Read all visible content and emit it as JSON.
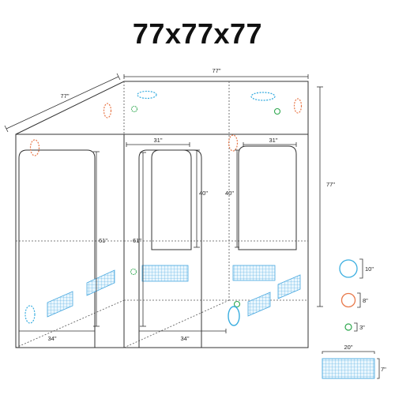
{
  "title": "77x77x77",
  "dims": {
    "depth": "77\"",
    "width": "77\"",
    "height": "77\"",
    "front_window": "31\"",
    "side_window": "31\"",
    "front_window_h": "40\"",
    "side_window_h": "40\"",
    "left_door_h": "61\"",
    "front_door_h": "61\"",
    "left_door_w": "34\"",
    "front_door_w": "34\""
  },
  "legend": {
    "port_large": "10\"",
    "port_medium": "8\"",
    "port_small": "3\"",
    "vent_width": "20\"",
    "vent_height": "7\""
  },
  "colors": {
    "outline": "#333333",
    "blue_port": "#3aaee0",
    "orange_port": "#e8794a",
    "green_port": "#2fa84f",
    "vent_mesh": "#4aa9e0"
  }
}
